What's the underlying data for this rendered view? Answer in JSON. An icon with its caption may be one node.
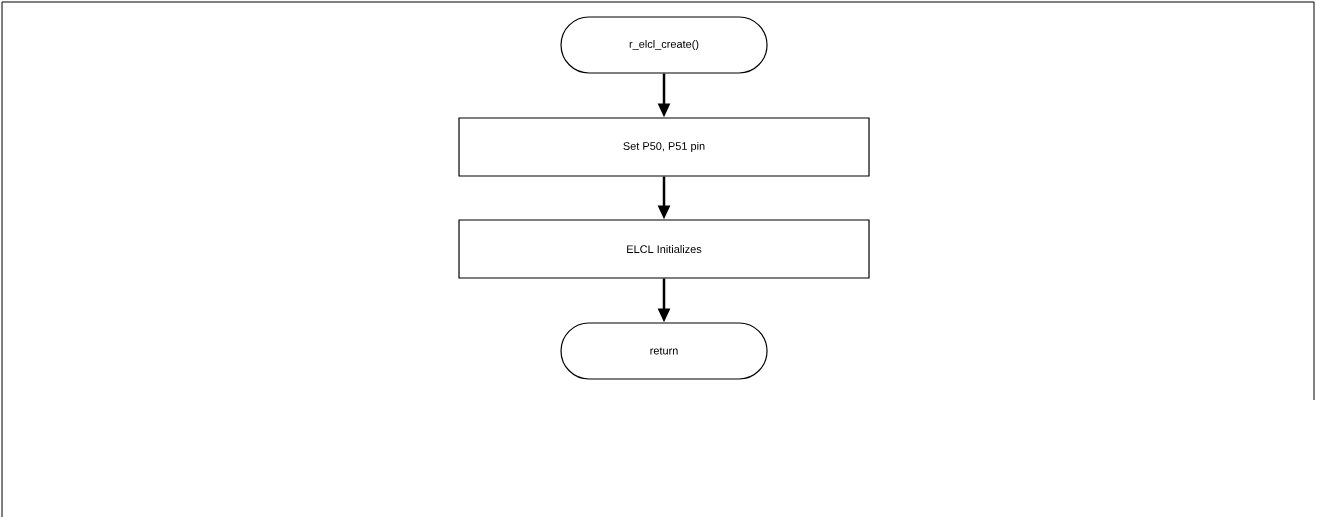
{
  "diagram": {
    "nodes": [
      {
        "text": [
          "r_elcl_create()"
        ]
      },
      {
        "text": [
          "Set P50, P51 pin"
        ]
      },
      {
        "text": [
          "ELCL Initializes"
        ]
      },
      {
        "text": [
          "return"
        ]
      }
    ],
    "edges": [
      {
        "from": 0,
        "to": 1,
        "arrow": "to"
      },
      {
        "from": 1,
        "to": 2,
        "arrow": "to"
      },
      {
        "from": 2,
        "to": 3,
        "arrow": "to"
      }
    ]
  }
}
